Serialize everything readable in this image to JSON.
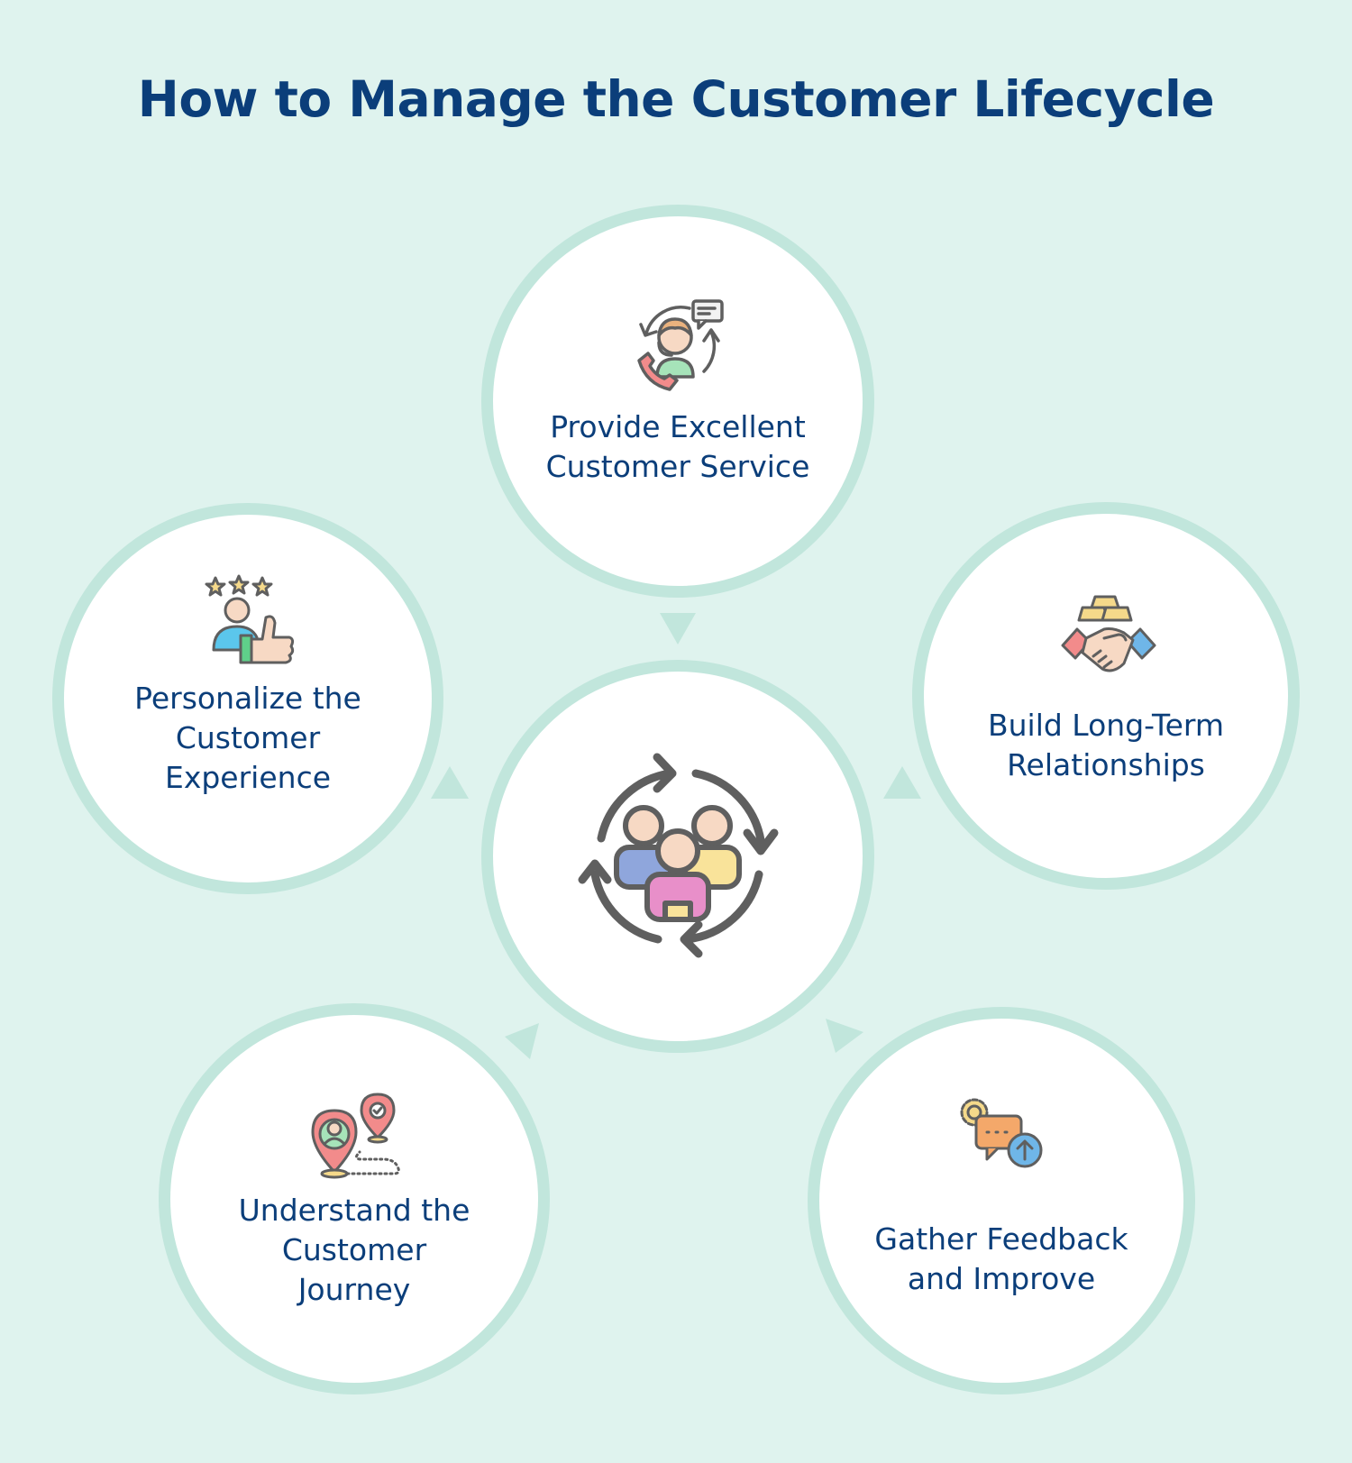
{
  "title": "How to Manage the Customer Lifecycle",
  "center": {
    "icon": "customer-cycle-icon"
  },
  "steps": [
    {
      "id": "top",
      "label_lines": [
        "Provide Excellent",
        "Customer Service"
      ],
      "icon": "support-agent-icon"
    },
    {
      "id": "right",
      "label_lines": [
        "Build Long-Term",
        "Relationships"
      ],
      "icon": "handshake-icon"
    },
    {
      "id": "bottom-right",
      "label_lines": [
        "Gather Feedback",
        "and Improve"
      ],
      "icon": "feedback-icon"
    },
    {
      "id": "bottom-left",
      "label_lines": [
        "Understand the",
        "Customer",
        "Journey"
      ],
      "icon": "journey-map-icon"
    },
    {
      "id": "left",
      "label_lines": [
        "Personalize the",
        "Customer",
        "Experience"
      ],
      "icon": "thumbs-up-rating-icon"
    }
  ],
  "colors": {
    "background": "#dff3ee",
    "ring": "#c1e6dc",
    "text": "#0b3e7a",
    "arrow": "#c1e6dc"
  }
}
